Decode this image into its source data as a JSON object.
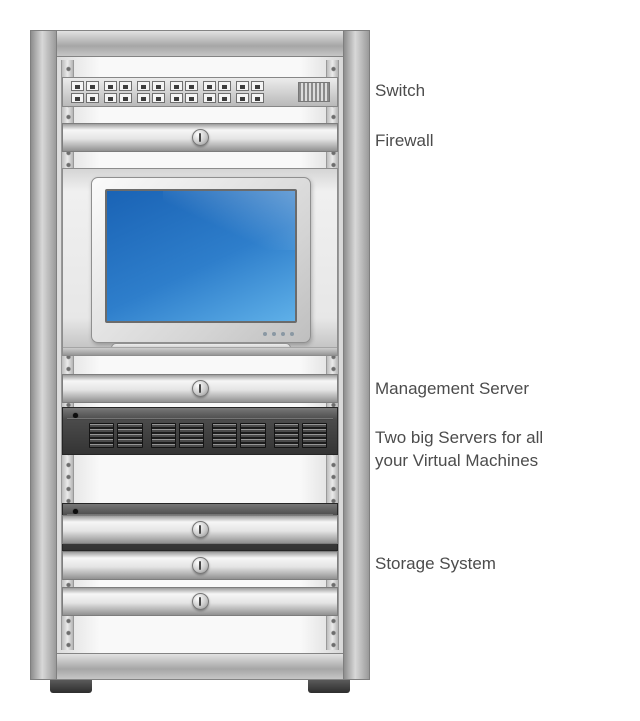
{
  "diagram": {
    "type": "server-rack"
  },
  "labels": {
    "switch": "Switch",
    "firewall": "Firewall",
    "management_server": "Management Server",
    "big_servers_line1": "Two big Servers for all",
    "big_servers_line2": "your Virtual Machines",
    "storage_system": "Storage System"
  },
  "rack": {
    "switch": {
      "port_rows": 2,
      "ports_per_row": 12,
      "has_vent_grille": true
    },
    "firewall_panels": 1,
    "management_server_panels": 1,
    "servers": {
      "count": 2,
      "drives_per_row": 8
    },
    "storage_panels": 3,
    "monitor": {
      "screen": "blank-blue"
    }
  },
  "colors": {
    "label_text": "#4c4c4c",
    "screen_blue_dark": "#1a63b5",
    "screen_blue_light": "#5fb0e8",
    "rack_frame_gray": "#a9a9a9",
    "server_body_gray": "#4a4a4a"
  }
}
